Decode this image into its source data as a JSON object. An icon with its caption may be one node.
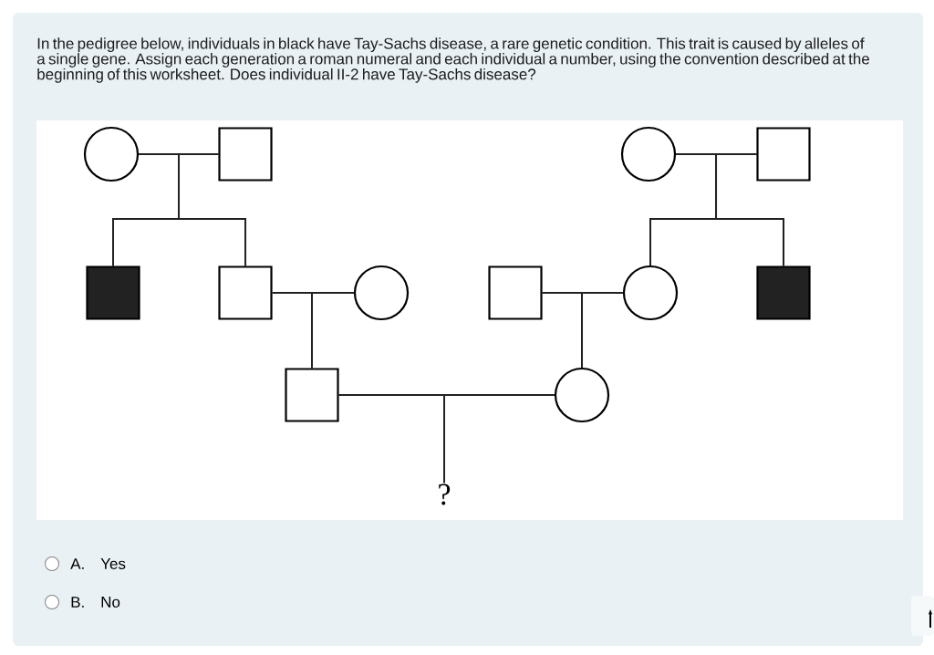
{
  "diagram": {
    "title": "In the pedigree below, individuals in black have Tay-Sachs disease, a rare genetic condition. This trait is caused by alleles of a single gene. Assign each generation a roman numeral and each individual a number, using the convention described at the beginning of this worksheet. Does individual II-2 have Tay-Sachs disease?",
    "nodes": [
      {
        "text": [],
        "shape": "circle"
      },
      {
        "text": [],
        "shape": "box"
      },
      {
        "text": [],
        "shape": "circle"
      },
      {
        "text": [],
        "shape": "box"
      },
      {
        "text": [],
        "shape": "box"
      },
      {
        "text": [],
        "shape": "box"
      },
      {
        "text": [],
        "shape": "circle"
      },
      {
        "text": [],
        "shape": "box"
      },
      {
        "text": [],
        "shape": "circle"
      },
      {
        "text": [],
        "shape": "box"
      },
      {
        "text": [],
        "shape": "box"
      },
      {
        "text": [],
        "shape": "circle"
      },
      {
        "text": [
          "?"
        ]
      }
    ],
    "edges": [
      {
        "from": 0,
        "to": 1,
        "arrow": "none"
      },
      {
        "from": 2,
        "to": 3,
        "arrow": "none"
      },
      {
        "from": 0,
        "to": 4,
        "arrow": "none"
      },
      {
        "from": 1,
        "to": 4,
        "arrow": "none"
      },
      {
        "from": 0,
        "to": 5,
        "arrow": "none"
      },
      {
        "from": 1,
        "to": 5,
        "arrow": "none"
      },
      {
        "from": 2,
        "to": 8,
        "arrow": "none"
      },
      {
        "from": 3,
        "to": 8,
        "arrow": "none"
      },
      {
        "from": 2,
        "to": 9,
        "arrow": "none"
      },
      {
        "from": 3,
        "to": 9,
        "arrow": "none"
      },
      {
        "from": 5,
        "to": 6,
        "arrow": "none"
      },
      {
        "from": 7,
        "to": 8,
        "arrow": "none"
      },
      {
        "from": 5,
        "to": 10,
        "arrow": "none"
      },
      {
        "from": 6,
        "to": 10,
        "arrow": "none"
      },
      {
        "from": 7,
        "to": 11,
        "arrow": "none"
      },
      {
        "from": 8,
        "to": 11,
        "arrow": "none"
      },
      {
        "from": 10,
        "to": 11,
        "arrow": "none"
      },
      {
        "from": 10,
        "to": 12,
        "arrow": "none"
      },
      {
        "from": 11,
        "to": 12,
        "arrow": "none"
      }
    ],
    "labels": [
      "A.",
      "Yes",
      "B.",
      "No"
    ]
  }
}
